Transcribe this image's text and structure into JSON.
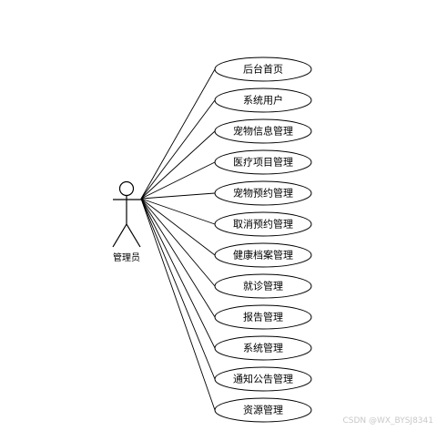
{
  "actor": {
    "label": "管理员"
  },
  "use_cases": [
    {
      "label": "后台首页"
    },
    {
      "label": "系统用户"
    },
    {
      "label": "宠物信息管理"
    },
    {
      "label": "医疗项目管理"
    },
    {
      "label": "宠物预约管理"
    },
    {
      "label": "取消预约管理"
    },
    {
      "label": "健康档案管理"
    },
    {
      "label": "就诊管理"
    },
    {
      "label": "报告管理"
    },
    {
      "label": "系统管理"
    },
    {
      "label": "通知公告管理"
    },
    {
      "label": "资源管理"
    }
  ],
  "watermark": "CSDN @WX_BYSJ8341"
}
